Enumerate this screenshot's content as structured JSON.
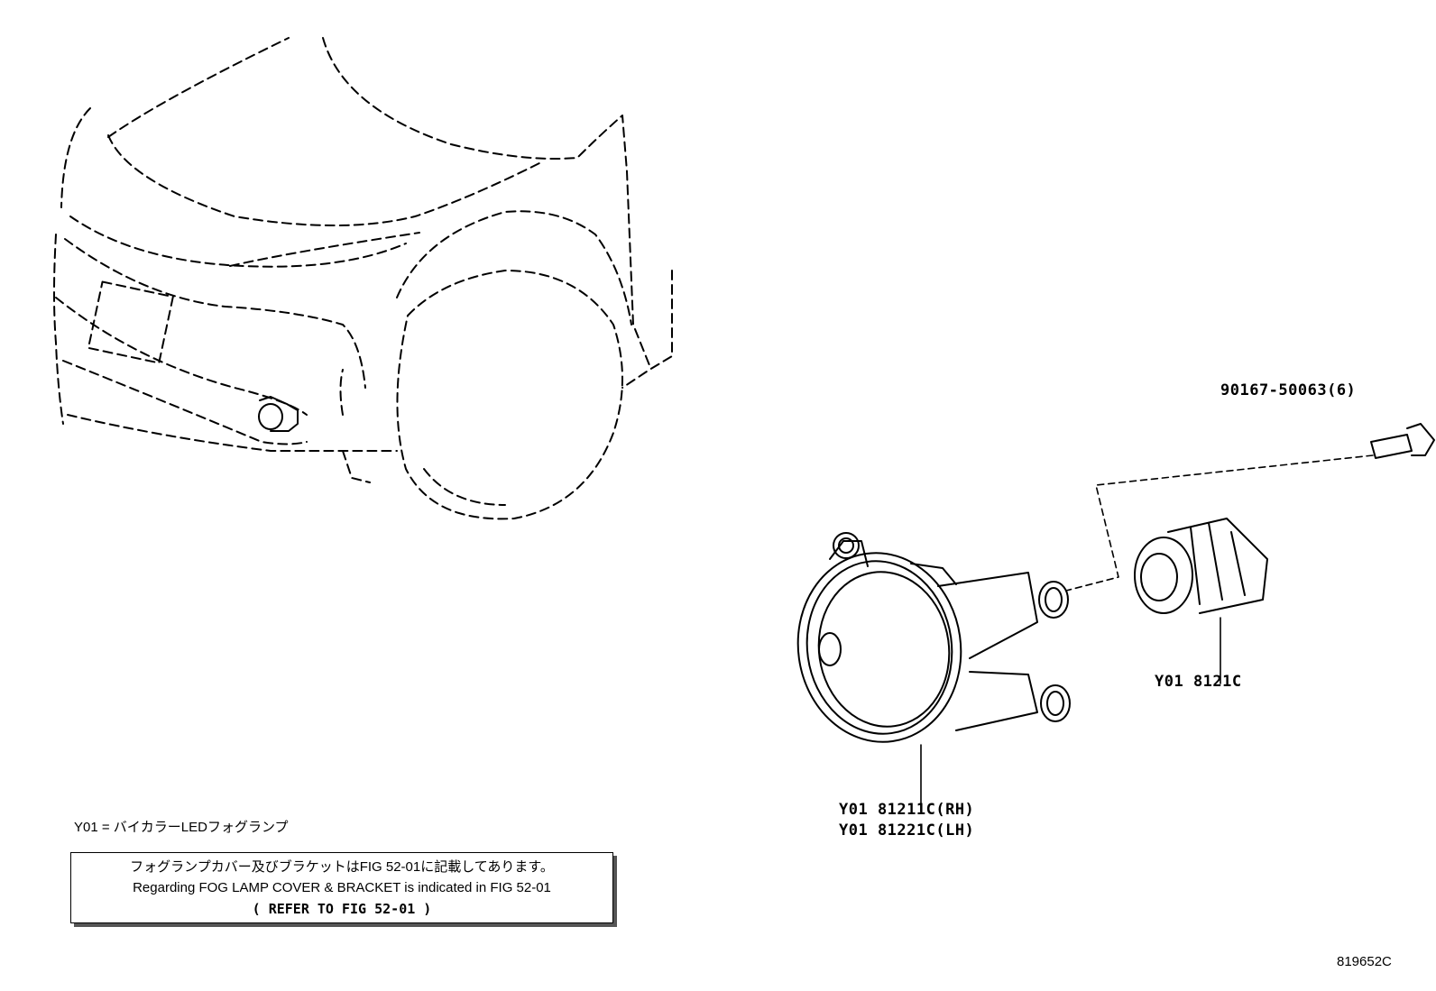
{
  "parts": {
    "bolt": "90167-50063(6)",
    "bulb": "Y01 8121C",
    "lamp_rh": "Y01 81211C(RH)",
    "lamp_lh": "Y01 81221C(LH)"
  },
  "legend": "Y01 = バイカラーLEDフォグランプ",
  "note": {
    "line_jp": "フォグランプカバー及びブラケットはFIG 52-01に記載してあります。",
    "line_en": "Regarding FOG LAMP COVER & BRACKET is indicated in FIG 52-01",
    "line_ref": "(  REFER TO FIG 52-01  )"
  },
  "figure_id": "819652C"
}
